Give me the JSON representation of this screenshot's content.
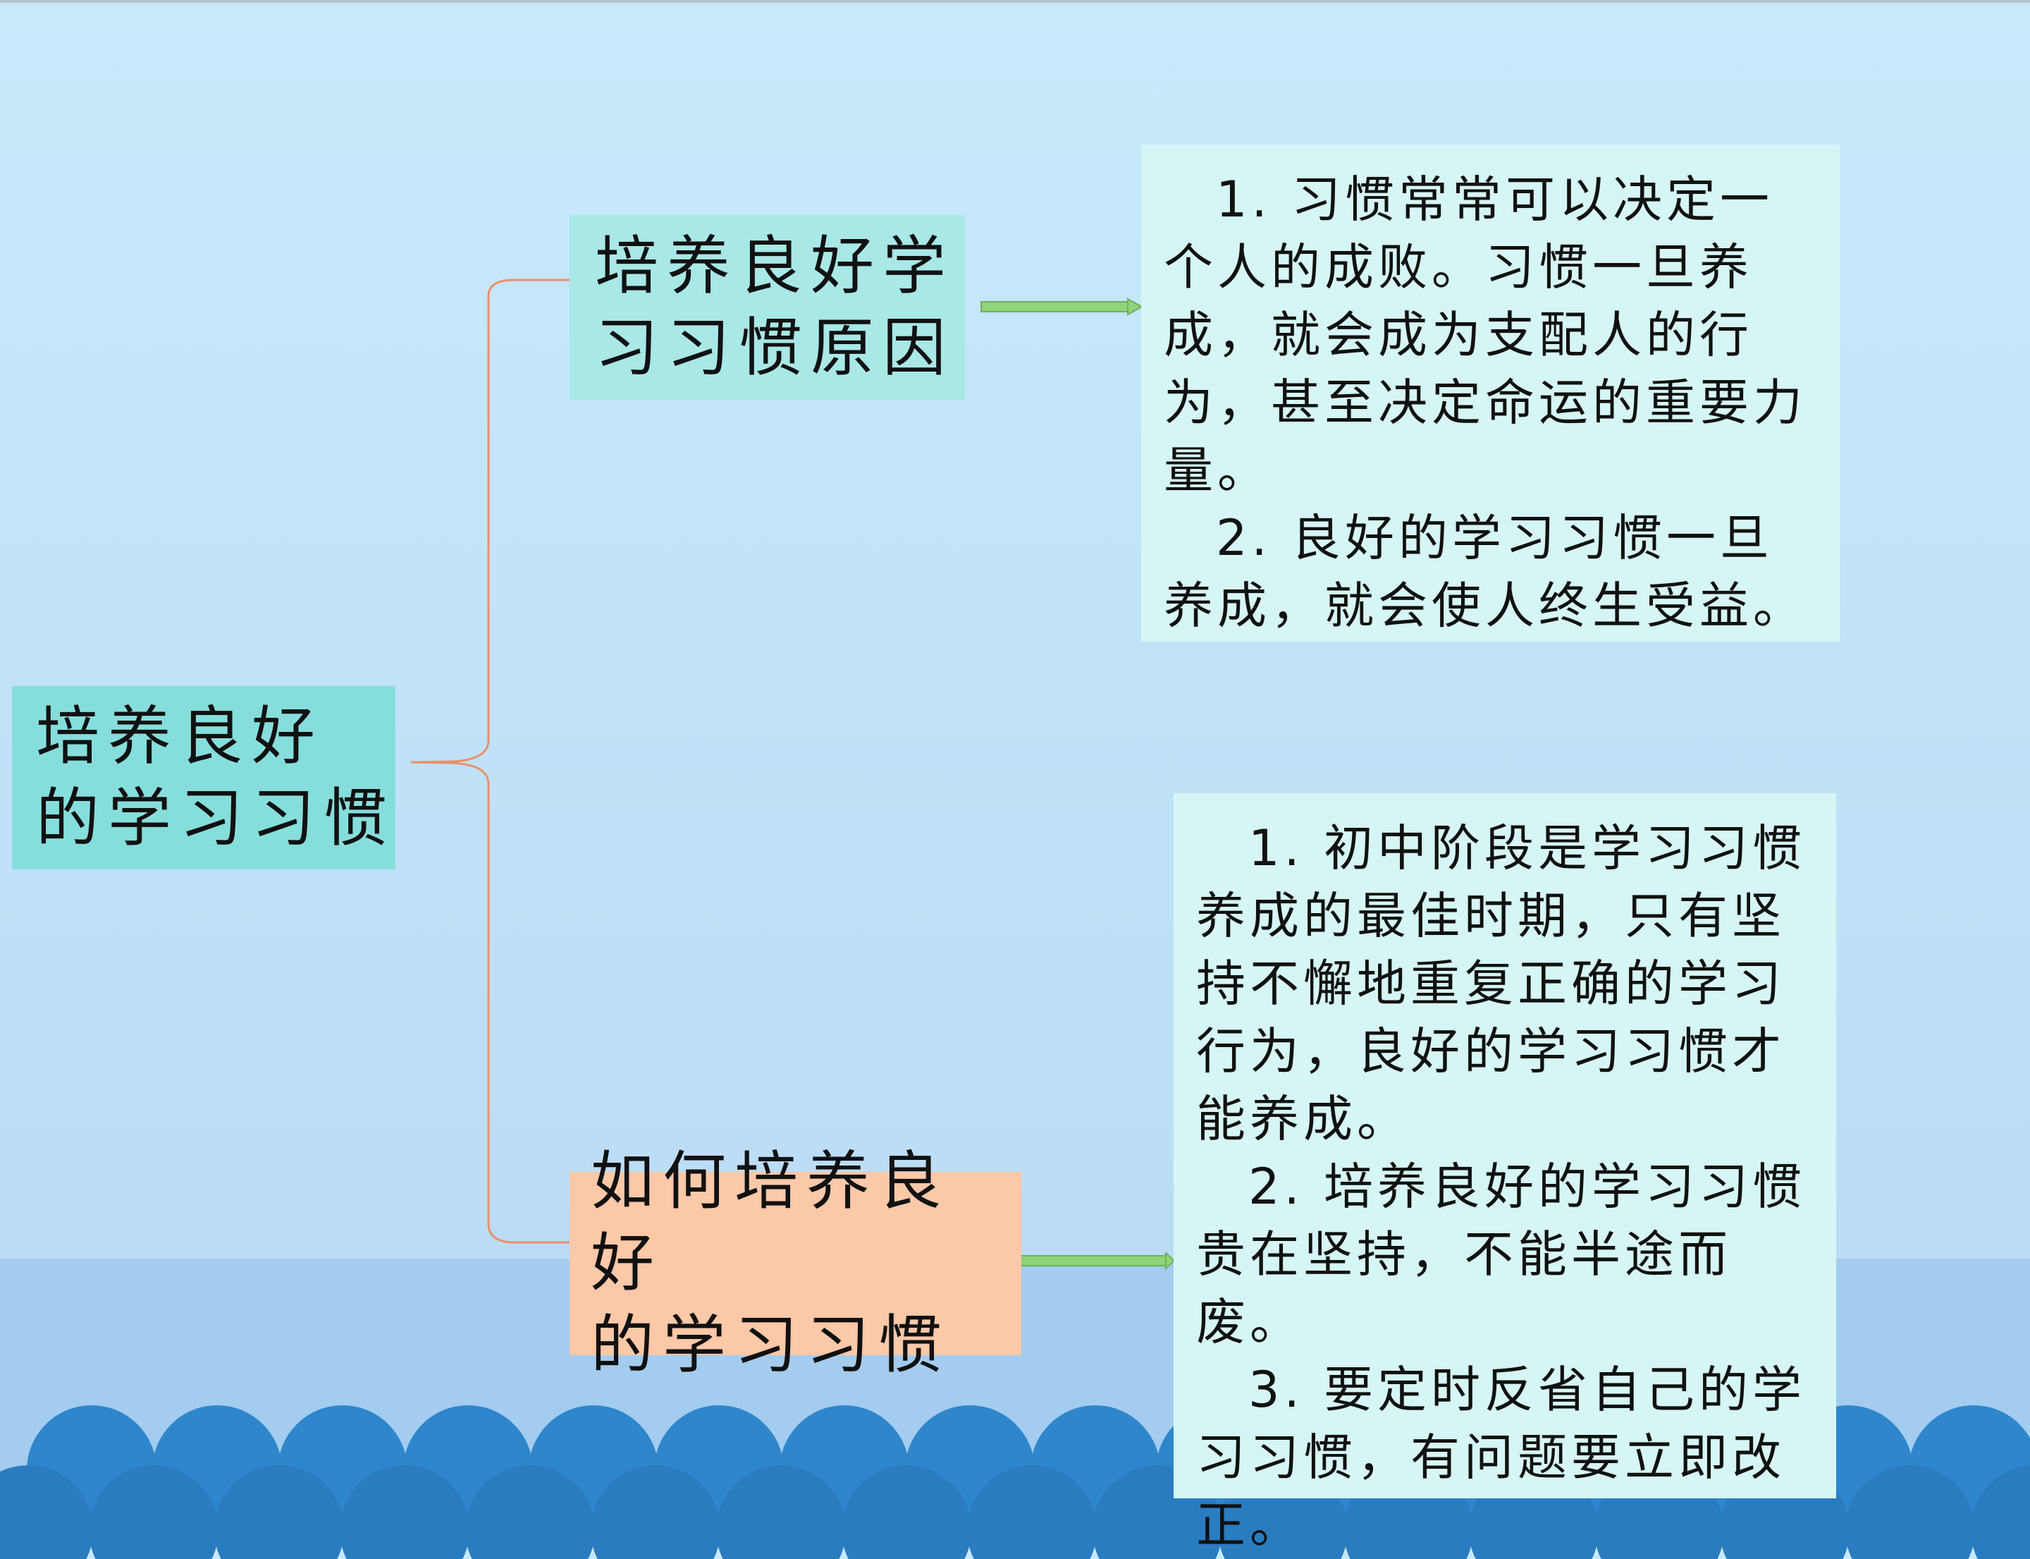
{
  "root": {
    "label": "培养良好\n的学习习惯"
  },
  "branches": [
    {
      "label": "培养良好学\n习习惯原因",
      "details": [
        "1. 习惯常常可以决定一个人的成败。习惯一旦养成，就会成为支配人的行为，甚至决定命运的重要力量。",
        "2. 良好的学习习惯一旦养成，就会使人终生受益。"
      ]
    },
    {
      "label": "如何培养良好\n的学习习惯",
      "details": [
        "1. 初中阶段是学习习惯养成的最佳时期，只有坚持不懈地重复正确的学习行为，良好的学习习惯才能养成。",
        "2. 培养良好的学习习惯贵在坚持，不能半途而废。",
        "3. 要定时反省自己的学习习惯，有问题要立即改正。"
      ]
    }
  ],
  "colors": {
    "root_fill": "#86dedc",
    "branch1_fill": "#a8e8e7",
    "branch2_fill": "#fbc8a8",
    "detail_fill": "#d6f6f5",
    "brace_line": "#e8916a",
    "arrow": "#8fd37a",
    "wave": "#2e86cc"
  }
}
